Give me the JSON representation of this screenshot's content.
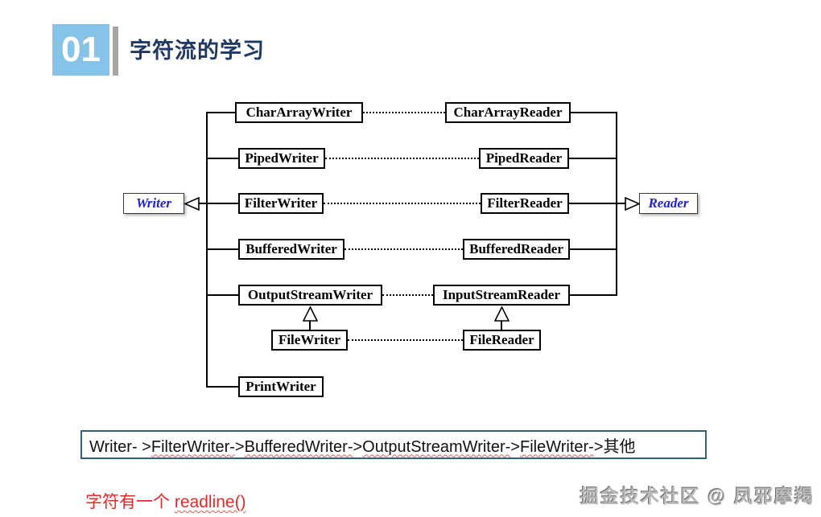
{
  "header": {
    "badge": "01",
    "title": "字符流的学习"
  },
  "diagram": {
    "roots": {
      "writer": "Writer",
      "reader": "Reader"
    },
    "pairs": [
      {
        "writer": "CharArrayWriter",
        "reader": "CharArrayReader"
      },
      {
        "writer": "PipedWriter",
        "reader": "PipedReader"
      },
      {
        "writer": "FilterWriter",
        "reader": "FilterReader"
      },
      {
        "writer": "BufferedWriter",
        "reader": "BufferedReader"
      },
      {
        "writer": "OutputStreamWriter",
        "reader": "InputStreamReader"
      },
      {
        "writer": "FileWriter",
        "reader": "FileReader"
      }
    ],
    "extra_writer": "PrintWriter"
  },
  "chain_box": {
    "segments": [
      {
        "text": "Writer- >",
        "wavy": false
      },
      {
        "text": "FilterWriter-",
        "wavy": true
      },
      {
        "text": ">",
        "wavy": false
      },
      {
        "text": "BufferedWriter-",
        "wavy": true
      },
      {
        "text": ">",
        "wavy": false
      },
      {
        "text": "OutputStreamWriter-",
        "wavy": true
      },
      {
        "text": ">",
        "wavy": false
      },
      {
        "text": "FileWriter-",
        "wavy": true
      },
      {
        "text": ">其他",
        "wavy": false
      }
    ]
  },
  "note": {
    "prefix": "字符有一个 ",
    "highlight": "readline()"
  },
  "watermark": "掘金技术社区 @ 凤邪摩羯",
  "colors": {
    "badge_bg": "#87C3E8",
    "badge_bar": "#A6A6A6",
    "title_text": "#1F3864",
    "root_text": "#2222CC",
    "chain_border": "#33617A",
    "note_text": "#E02B2B"
  }
}
